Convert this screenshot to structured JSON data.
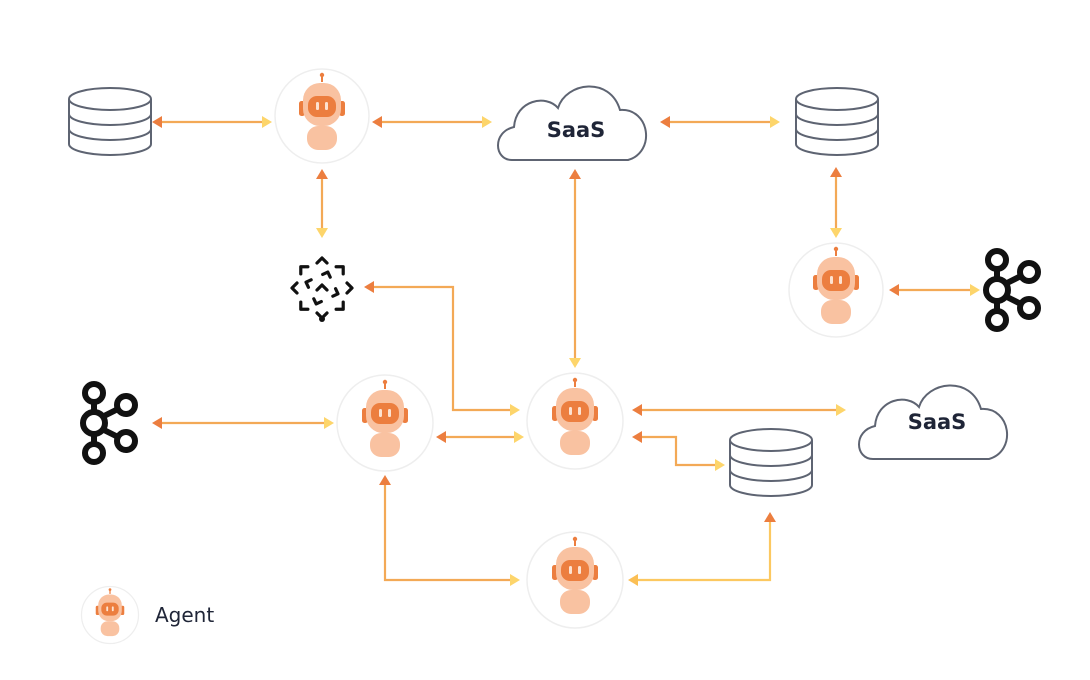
{
  "diagram": {
    "nodes": {
      "saas_top": {
        "label": "SaaS"
      },
      "saas_right": {
        "label": "SaaS"
      }
    },
    "legend": {
      "label": "Agent"
    }
  },
  "colors": {
    "arrow_orange": "#ec7e3f",
    "arrow_yellow": "#fdd56b",
    "robot_orange": "#ec7e3f",
    "robot_peach": "#f9c2a1",
    "outline_gray": "#5e6472",
    "icon_black": "#111111",
    "text_dark": "#1f2537"
  },
  "icons": {
    "database": "database-icon",
    "cloud": "cloud-icon",
    "agent": "robot-agent-icon",
    "kafka": "kafka-icon",
    "kubernetes": "kubernetes-knative-icon"
  }
}
